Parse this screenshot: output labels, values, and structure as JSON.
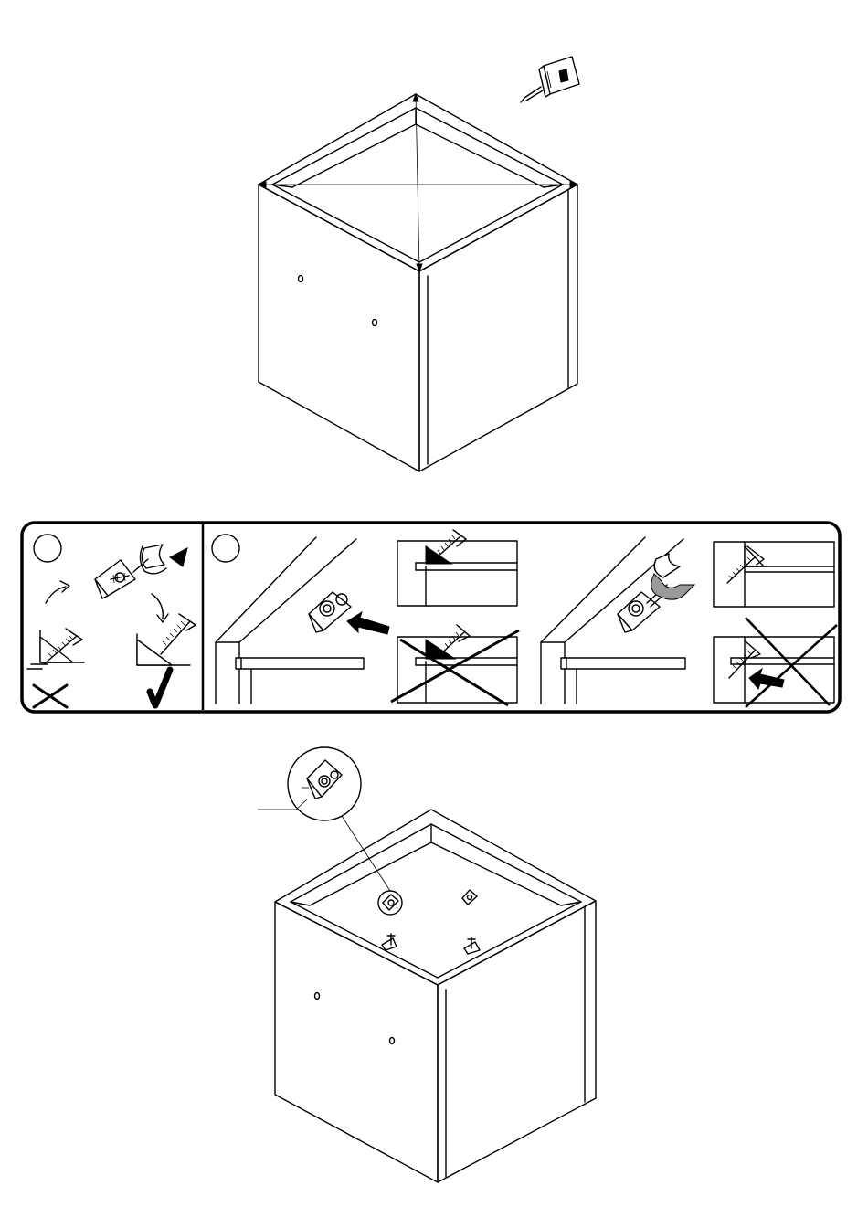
{
  "colors": {
    "ink": "#000000",
    "paper": "#ffffff",
    "shade": "#9a9a9a"
  },
  "illustrations": {
    "top": {
      "name": "cabinet-diagonal-measure",
      "icons": [
        "cabinet-frame",
        "tape-measure-icon",
        "diagonal-measure-lines"
      ]
    },
    "instruction_panel": {
      "step_1": {
        "icons": [
          "step-1-circle",
          "rotate-arrow-icon",
          "corner-bracket-icon",
          "screw-wrong-angle-icon",
          "screw-correct-angle-icon",
          "wrong-cross-icon",
          "correct-check-icon"
        ]
      },
      "step_2": {
        "icons": [
          "step-2-circle",
          "corner-detail-insert",
          "push-arrow-icon",
          "detail-correct-box",
          "detail-wrong-box",
          "corner-detail-screw",
          "detail-screw-correct",
          "detail-screw-wrong"
        ]
      }
    },
    "bottom": {
      "name": "cabinet-with-brackets",
      "icons": [
        "cabinet-frame",
        "zoom-callout-circle",
        "corner-bracket-icon"
      ]
    }
  }
}
